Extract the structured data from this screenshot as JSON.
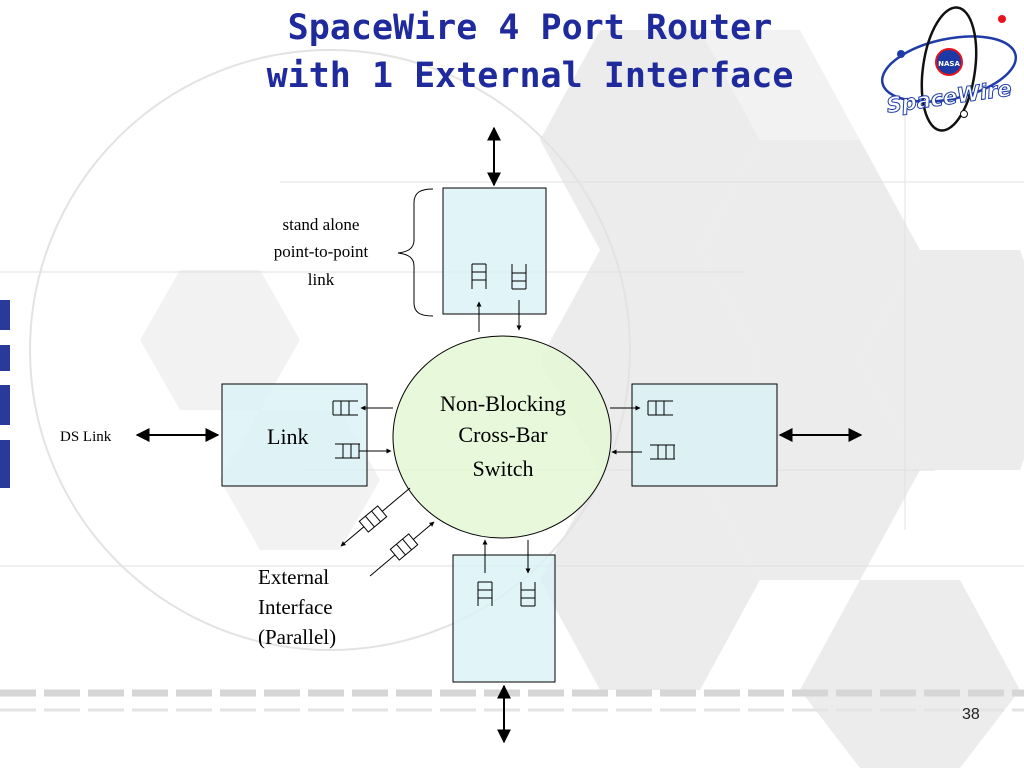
{
  "slide": {
    "title_line1": "SpaceWire 4 Port Router",
    "title_line2": "with 1 External Interface",
    "page_number": "38"
  },
  "logo": {
    "text": "SpaceWire",
    "icon": "nasa-spacewire-logo",
    "accent_color": "#e8121b"
  },
  "diagram": {
    "switch": {
      "line1": "Non-Blocking",
      "line2": "Cross-Bar",
      "line3": "Switch",
      "fill": "#e6f7d6"
    },
    "left_port": {
      "label": "Link",
      "fill": "#d9f3f6"
    },
    "ds_link_label": "DS Link",
    "annotation": {
      "line1": "stand alone",
      "line2": "point-to-point",
      "line3": "link"
    },
    "external": {
      "line1": "External",
      "line2": "Interface",
      "line3": "(Parallel)"
    }
  },
  "colors": {
    "title": "#1f2b9c",
    "port_fill": "#d9f3f6",
    "switch_fill": "#e6f7d6"
  }
}
